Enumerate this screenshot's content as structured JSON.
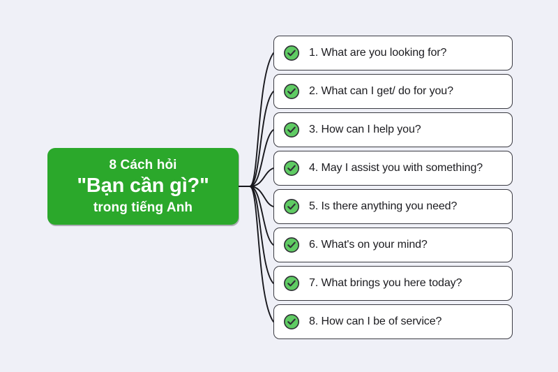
{
  "background_color": "#eff0f7",
  "root": {
    "line1": "8 Cách hỏi",
    "line2": "\"Bạn cần gì?\"",
    "line3": "trong tiếng Anh",
    "fill_color": "#2ba82b",
    "text_color": "#ffffff"
  },
  "check_icon": {
    "name": "check-circle-icon",
    "circle_color": "#5fcb63",
    "stroke_color": "#2f2f35"
  },
  "card_style": {
    "fill_color": "#ffffff",
    "border_color": "#3a3a42",
    "text_color": "#1b1b1f"
  },
  "connector_color": "#17171c",
  "items": [
    {
      "label": "1. What are you looking for?"
    },
    {
      "label": "2. What can I get/ do for you?"
    },
    {
      "label": "3. How can I help you?"
    },
    {
      "label": "4. May I assist you with something?"
    },
    {
      "label": "5. Is there anything you need?"
    },
    {
      "label": "6. What's on your mind?"
    },
    {
      "label": "7. What brings you here today?"
    },
    {
      "label": "8. How can I be of service?"
    }
  ]
}
